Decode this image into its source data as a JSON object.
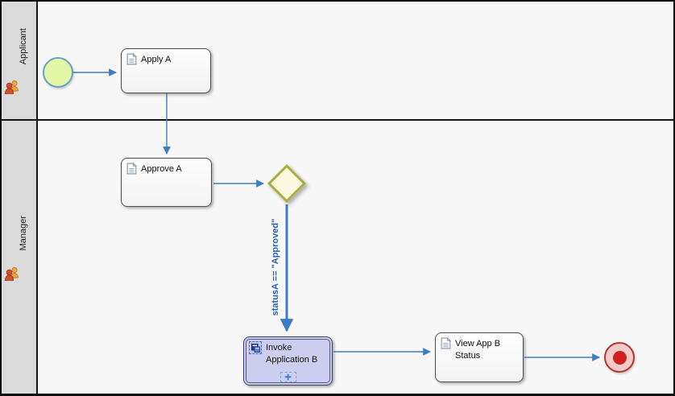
{
  "diagram": {
    "lanes": [
      {
        "label": "Applicant",
        "icon": "people-icon"
      },
      {
        "label": "Manager",
        "icon": "people-icon"
      }
    ],
    "nodes": {
      "start_event": {
        "type": "start-event",
        "fill": "#e2f6a4",
        "border": "#66a1c9"
      },
      "apply_a": {
        "label": "Apply A",
        "icon": "document-icon"
      },
      "approve_a": {
        "label": "Approve A",
        "icon": "document-icon"
      },
      "gateway": {
        "type": "exclusive-gateway",
        "fill": "#fbfae1",
        "border": "#a9ac3f"
      },
      "invoke_app_b": {
        "label": "Invoke Application B",
        "icon": "application-icon",
        "expand_marker": "+",
        "fill": "#cdcdef"
      },
      "view_app_b": {
        "label": "View App B Status",
        "icon": "document-icon"
      },
      "end_event": {
        "type": "end-event",
        "fill": "#f3caca",
        "border": "#b53535",
        "inner": "#cf2121"
      }
    },
    "flows": {
      "condition_label": "statusA == \"Approved\"",
      "color": "#3c7cc4"
    },
    "colors": {
      "canvas": "#f7f7f7",
      "lane_header": "#dadada",
      "pool_border": "#0a0a0a",
      "condition_text": "#2b5fb0"
    }
  }
}
